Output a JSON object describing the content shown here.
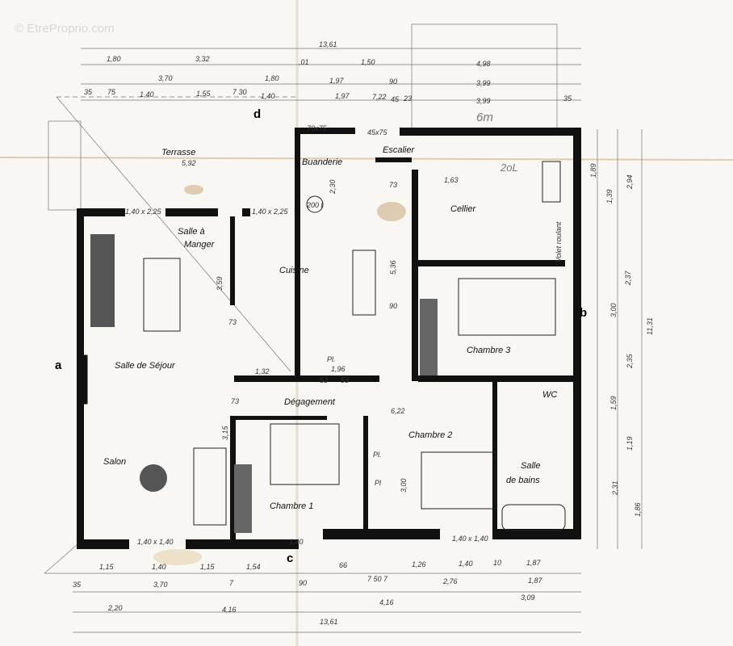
{
  "watermark": "© EtreProprio.com",
  "rooms": [
    "Terrasse",
    "Buanderie",
    "Escalier",
    "Cellier",
    "Salle à",
    "Manger",
    "Cuisine",
    "Chambre 3",
    "Salle de Séjour",
    "Dégagement",
    "Chambre 2",
    "WC",
    "Salle",
    "de bains",
    "Salon",
    "Chambre 1"
  ],
  "markers": [
    "a",
    "b",
    "c",
    "d"
  ],
  "annotations": [
    "200 l",
    "Pl.",
    "Pl.",
    "Pl",
    "Volet roulant",
    "2oL",
    "6m",
    "5,92"
  ],
  "openings": [
    "1,40 x 2,25",
    "1,40 x 2,25",
    "1,40 x 1,40",
    "1,40 x 1,40",
    "1,40",
    "70x75",
    "45x75"
  ],
  "dimensions_top": [
    "13,61",
    "1,80",
    "3,32",
    ",01",
    "1,50",
    "4,98",
    "3,70",
    "1,80",
    "1,97",
    "90",
    "3,99",
    "35",
    "75",
    "1,40",
    "1,55",
    "7 30",
    "1,40",
    "1,97",
    "7,22",
    "45",
    "23",
    "3,99",
    "35"
  ],
  "dimensions_bottom": [
    "1,15",
    "1,40",
    "1,15",
    "1,54",
    "66",
    "1,26",
    "1,40",
    "10",
    "1,87",
    "35",
    "3,70",
    "7",
    "90",
    "7 50 7",
    "2,76",
    "1,87",
    "2,20",
    "4,16",
    "4,16",
    "3,09",
    "13,61"
  ],
  "dimensions_right": [
    "1,89",
    "1,39",
    "2,94",
    "2,37",
    "3,00",
    "11,31",
    "2,35",
    "1,59",
    "1,19",
    "2,31",
    "1,86"
  ],
  "dimensions_inner": [
    "73",
    "73",
    "73",
    "90",
    "5,36",
    "3,59",
    "1,32",
    "1,96",
    "6,22",
    "3,15",
    "3,00",
    "1,63",
    "2,30",
    "53",
    "53"
  ],
  "colors": {
    "wall": "#111111",
    "paper": "#f8f7f3",
    "stain": "#b07a3a"
  }
}
